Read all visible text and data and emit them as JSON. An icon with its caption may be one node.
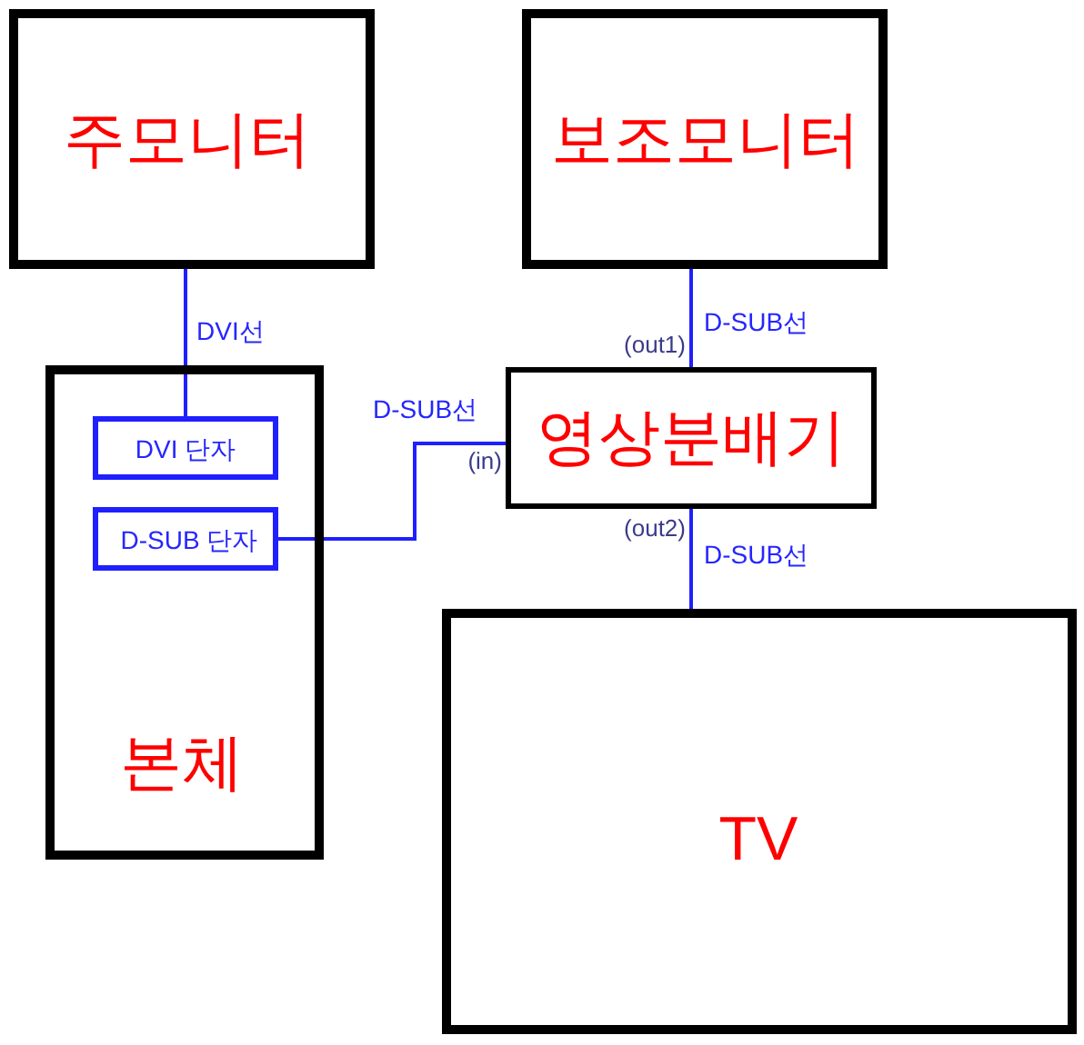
{
  "diagram": {
    "nodes": [
      {
        "text": [
          "주모니터"
        ]
      },
      {
        "text": [
          "보조모니터"
        ]
      },
      {
        "text": [
          "본체"
        ]
      },
      {
        "text": [
          "DVI 단자"
        ],
        "in": 2
      },
      {
        "text": [
          "D-SUB 단자"
        ],
        "in": 2
      },
      {
        "text": [
          "영상분배기"
        ],
        "beside": [
          "(out1)",
          "(in)",
          "(out2)"
        ]
      },
      {
        "text": [
          "TV"
        ]
      }
    ],
    "edges": [
      {
        "from": 0,
        "to": 3,
        "arrow": "none",
        "label": "DVI선"
      },
      {
        "from": 4,
        "to": 5,
        "arrow": "none",
        "label": "D-SUB선"
      },
      {
        "from": 5,
        "to": 1,
        "arrow": "none",
        "label": "D-SUB선"
      },
      {
        "from": 5,
        "to": 6,
        "arrow": "none",
        "label": "D-SUB선"
      }
    ]
  }
}
